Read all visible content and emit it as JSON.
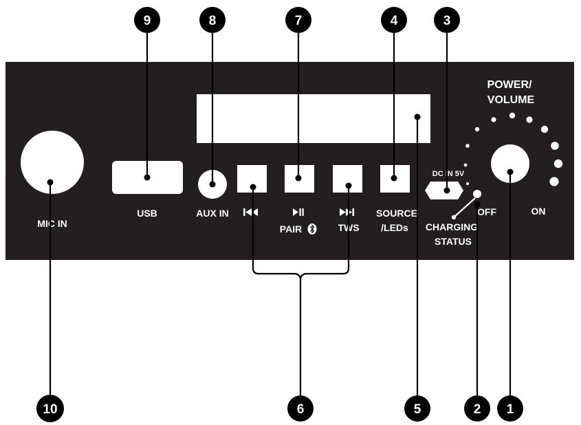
{
  "labels": {
    "power_volume_line1": "POWER/",
    "power_volume_line2": "VOLUME",
    "mic_in": "MIC IN",
    "usb": "USB",
    "aux_in": "AUX IN",
    "pair": "PAIR",
    "tws": "TWS",
    "source_line1": "SOURCE",
    "source_line2": "/LEDs",
    "dc_in": "DC IN 5V",
    "charging_line1": "CHARGING",
    "charging_line2": "STATUS",
    "off": "OFF",
    "on": "ON"
  },
  "callouts": {
    "c1": "1",
    "c2": "2",
    "c3": "3",
    "c4": "4",
    "c5": "5",
    "c6": "6",
    "c7": "7",
    "c8": "8",
    "c9": "9",
    "c10": "10"
  },
  "colors": {
    "panel": "#231f20",
    "foreground": "#ffffff",
    "callout": "#000000"
  }
}
